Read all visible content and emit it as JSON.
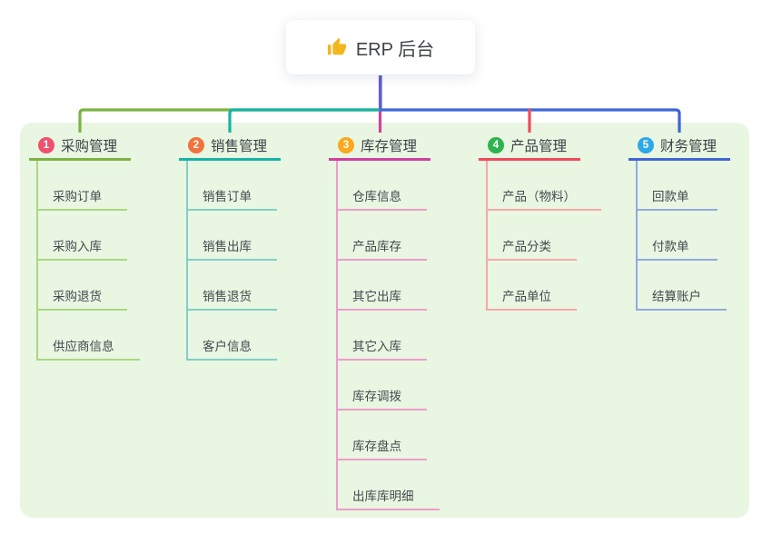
{
  "root": {
    "label": "ERP 后台",
    "icon": "thumbs-up-icon",
    "icon_color": "#F3B71D",
    "line_color": "#5065D6"
  },
  "canvas": {
    "background_color": "#E8F6E2"
  },
  "branches": [
    {
      "index": "1",
      "label": "采购管理",
      "badge_color": "#F0506E",
      "line_color": "#7CB342",
      "child_line_color": "#ABD781",
      "children": [
        "采购订单",
        "采购入库",
        "采购退货",
        "供应商信息"
      ]
    },
    {
      "index": "2",
      "label": "销售管理",
      "badge_color": "#F2733B",
      "line_color": "#17B3A6",
      "child_line_color": "#82CFC8",
      "children": [
        "销售订单",
        "销售出库",
        "销售退货",
        "客户信息"
      ]
    },
    {
      "index": "3",
      "label": "库存管理",
      "badge_color": "#FBA81C",
      "line_color": "#D0409F",
      "child_line_color": "#F09CCB",
      "children": [
        "仓库信息",
        "产品库存",
        "其它出库",
        "其它入库",
        "库存调拨",
        "库存盘点",
        "出库库明细"
      ]
    },
    {
      "index": "4",
      "label": "产品管理",
      "badge_color": "#2EB350",
      "line_color": "#F2495A",
      "child_line_color": "#F9A8A8",
      "children": [
        "产品（物料）",
        "产品分类",
        "产品单位"
      ]
    },
    {
      "index": "5",
      "label": "财务管理",
      "badge_color": "#2EA9E8",
      "line_color": "#3F66D6",
      "child_line_color": "#93A9E0",
      "children": [
        "回款单",
        "付款单",
        "结算账户"
      ]
    }
  ]
}
